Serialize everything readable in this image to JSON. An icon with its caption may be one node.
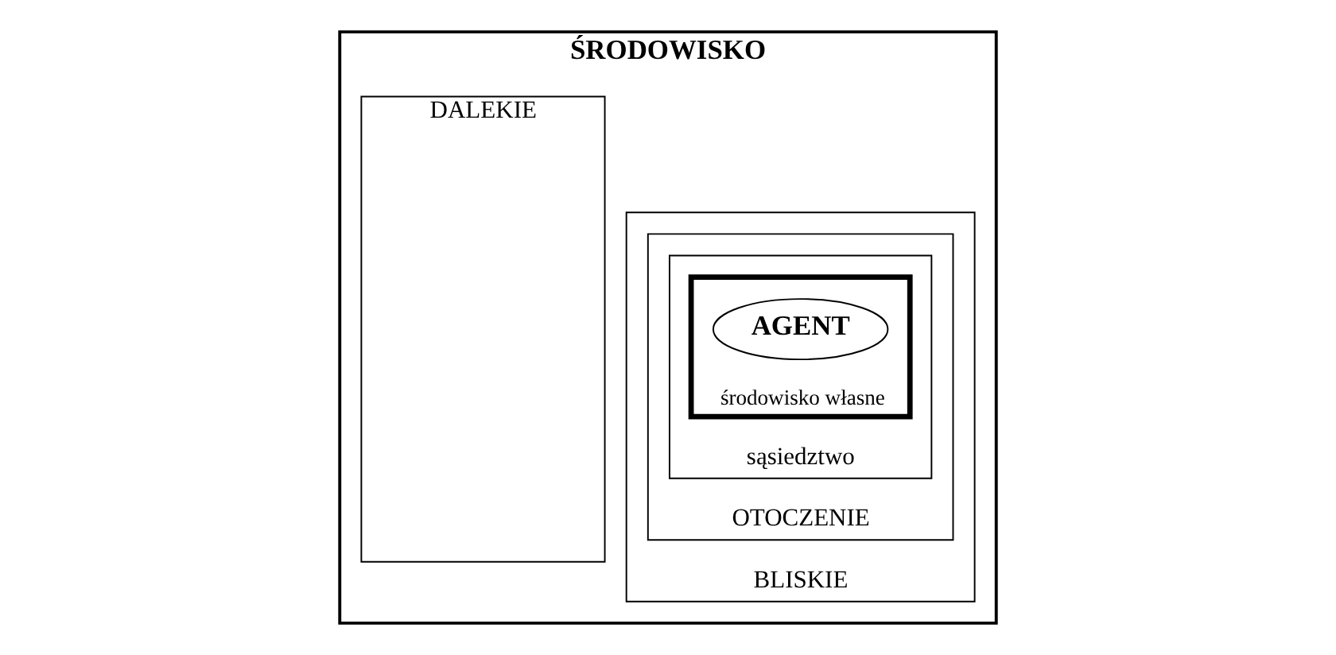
{
  "diagram": {
    "nodes": [
      {
        "text": [
          "ŚRODOWISKO"
        ]
      },
      {
        "text": [
          "BLISKIE"
        ],
        "in": 0
      },
      {
        "text": [
          "OTOCZENIE"
        ],
        "in": 1
      },
      {
        "text": [
          "sąsiedztwo"
        ],
        "in": 2
      },
      {
        "text": [
          "środowisko własne"
        ],
        "in": 3
      },
      {
        "text": [
          "AGENT"
        ],
        "in": 4
      },
      {
        "text": [
          "DALEKIE"
        ],
        "in": 0
      }
    ]
  }
}
